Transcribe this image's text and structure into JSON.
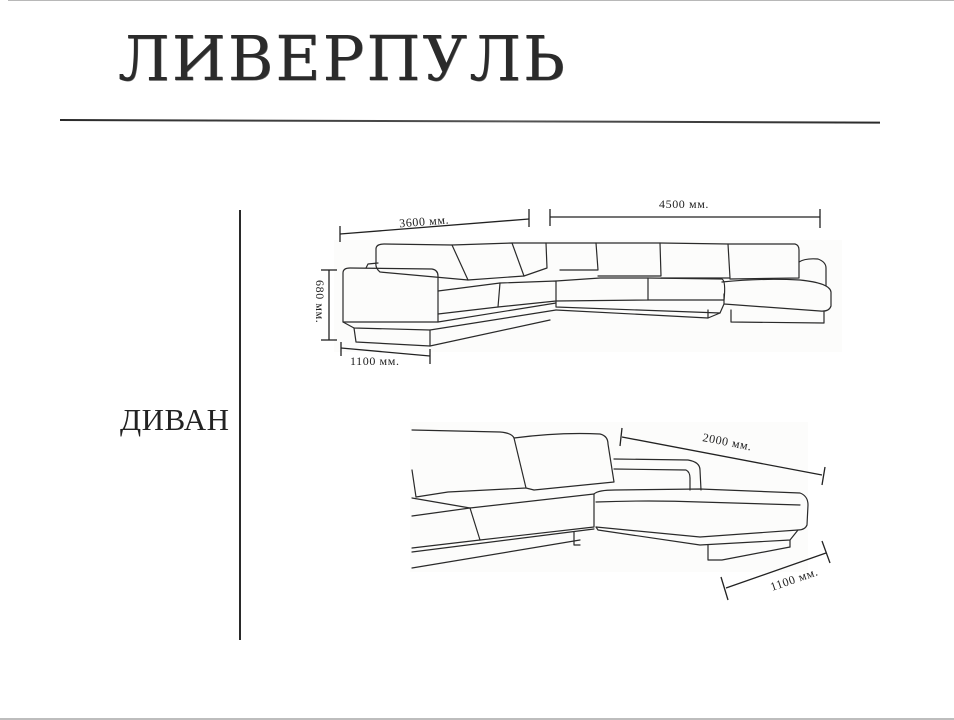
{
  "header": {
    "title": "ЛИВЕРПУЛЬ"
  },
  "section": {
    "label": "ДИВАН"
  },
  "sketches": [
    {
      "name": "u-shaped-sofa",
      "dimensions": {
        "width_left": "3600 мм.",
        "width_right": "4500 мм.",
        "height": "680 мм.",
        "depth": "1100 мм."
      }
    },
    {
      "name": "corner-sofa-chaise",
      "dimensions": {
        "chaise_length": "2000 мм.",
        "chaise_depth": "1100 мм."
      }
    }
  ],
  "colors": {
    "ink": "#2a2a2a",
    "page_border": "#bdbdbd",
    "sketch_bg": "#fcfcfb"
  }
}
